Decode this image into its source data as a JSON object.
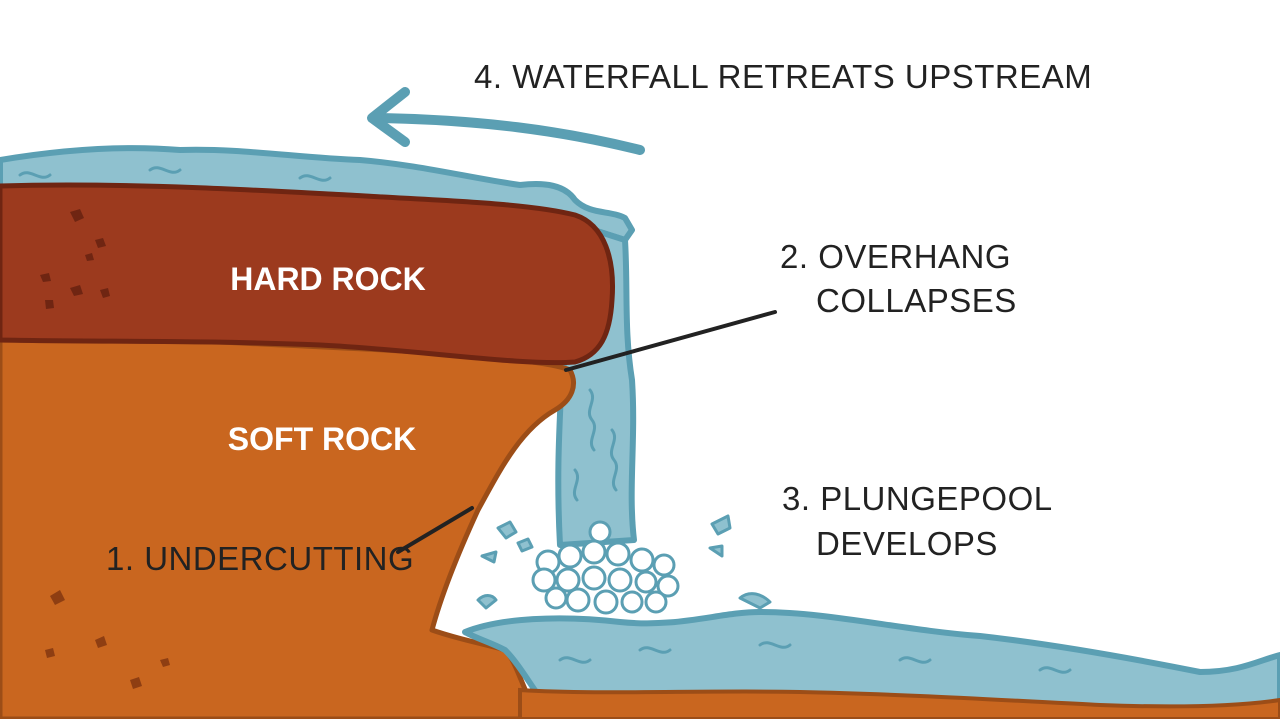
{
  "diagram": {
    "labels": {
      "hard_rock": "HARD ROCK",
      "soft_rock": "SOFT ROCK",
      "step1": "1. UNDERCUTTING",
      "step2_line1": "2. OVERHANG",
      "step2_line2": "COLLAPSES",
      "step3_line1": "3. PLUNGEPOOL",
      "step3_line2": "DEVELOPS",
      "step4": "4. WATERFALL RETREATS UPSTREAM"
    },
    "colors": {
      "hard_rock": "#9c3a1e",
      "hard_rock_outline": "#6f2512",
      "soft_rock": "#c9661f",
      "soft_rock_outline": "#9c4d17",
      "water": "#8fc1cf",
      "water_outline": "#5b9fb3",
      "leader_line": "#222222",
      "background": "#ffffff"
    },
    "icons": [
      "arrow-left-icon"
    ]
  }
}
